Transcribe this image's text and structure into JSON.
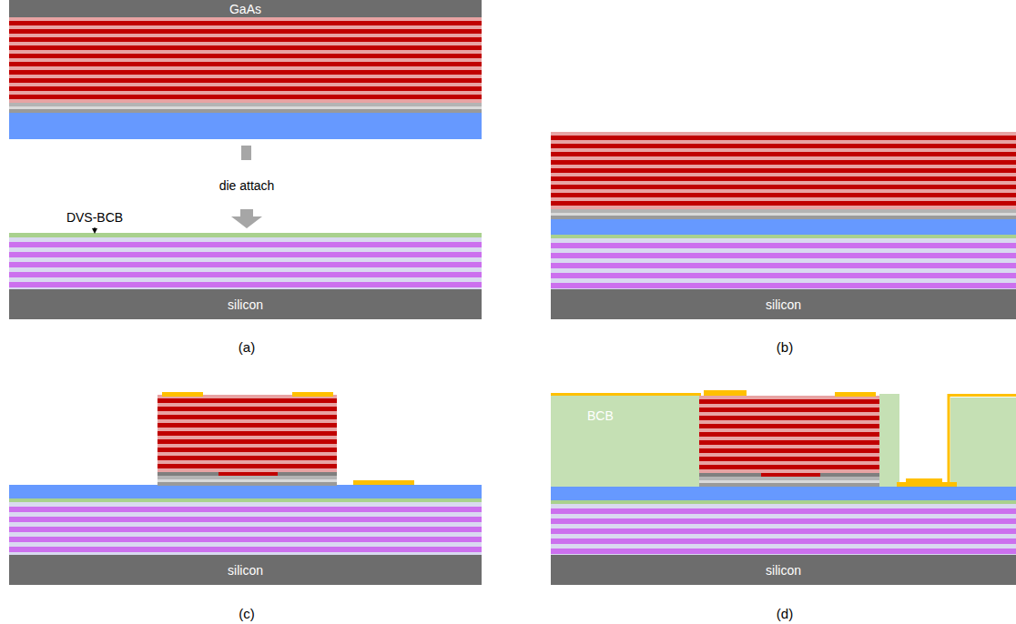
{
  "diagram": {
    "nodes": [
      {
        "text": [
          "GaAs"
        ]
      },
      {
        "text": [
          "silicon"
        ]
      },
      {
        "text": [
          "silicon"
        ]
      },
      {
        "text": [
          "silicon"
        ]
      },
      {
        "text": [
          "BCB"
        ]
      },
      {
        "text": [
          "silicon"
        ]
      }
    ],
    "labels": [
      "DVS-BCB",
      "die attach",
      "(a)",
      "(b)",
      "(c)",
      "(d)"
    ]
  }
}
